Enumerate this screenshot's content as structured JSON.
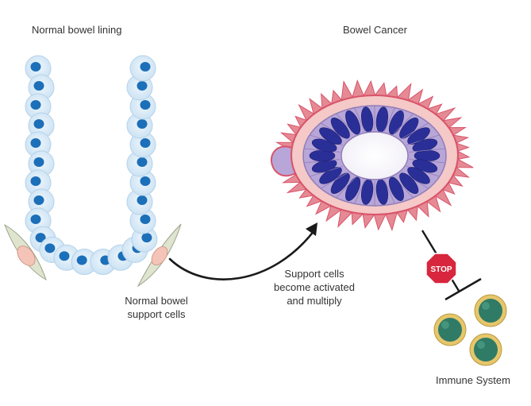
{
  "labels": {
    "normal_title": "Normal bowel lining",
    "cancer_title": "Bowel Cancer",
    "normal_support_line1": "Normal bowel",
    "normal_support_line2": "support cells",
    "activated_line1": "Support cells",
    "activated_line2": "become activated",
    "activated_line3": "and multiply",
    "stop_sign": "STOP",
    "immune": "Immune System"
  },
  "colors": {
    "epithelial_cell": "#d4e8f7",
    "epithelial_nucleus": "#1c6fb9",
    "support_cell": "#dfe4cf",
    "support_nucleus": "#f3c4b7",
    "cancer_cell": "#b8a6d8",
    "cancer_nucleus": "#2a2f98",
    "activated_support": "#d9536a",
    "stop_red": "#d7263d",
    "immune_outer": "#e7c66b",
    "immune_nucleus": "#2f7b66",
    "arrow": "#1a1a1a"
  }
}
